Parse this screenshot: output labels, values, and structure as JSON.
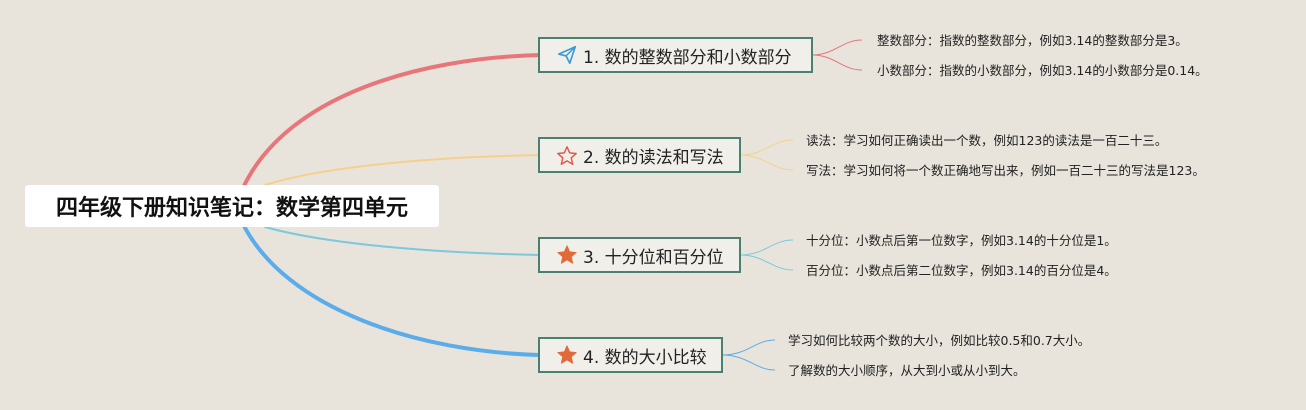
{
  "root": {
    "title": "四年级下册知识笔记：数学第四单元"
  },
  "branches": [
    {
      "label": "1. 数的整数部分和小数部分",
      "icon": "paper-plane-icon",
      "color": "#e8757a",
      "children": [
        "整数部分：指数的整数部分，例如3.14的整数部分是3。",
        "小数部分：指数的小数部分，例如3.14的小数部分是0.14。"
      ]
    },
    {
      "label": "2. 数的读法和写法",
      "icon": "star-outline-icon",
      "color": "#f5d08a",
      "children": [
        "读法：学习如何正确读出一个数，例如123的读法是一百二十三。",
        "写法：学习如何将一个数正确地写出来，例如一百二十三的写法是123。"
      ]
    },
    {
      "label": "3. 十分位和百分位",
      "icon": "star-filled-icon",
      "color": "#7cc8dc",
      "children": [
        "十分位：小数点后第一位数字，例如3.14的十分位是1。",
        "百分位：小数点后第二位数字，例如3.14的百分位是4。"
      ]
    },
    {
      "label": "4. 数的大小比较",
      "icon": "star-filled-icon",
      "color": "#5aacea",
      "children": [
        "学习如何比较两个数的大小，例如比较0.5和0.7大小。",
        "了解数的大小顺序，从大到小或从小到大。"
      ]
    }
  ],
  "colors": {
    "background": "#e8e4dc",
    "node_border": "#4a8070",
    "icon_blue": "#3a9ad6",
    "icon_red": "#e05a4a",
    "icon_orange": "#e06a3a"
  }
}
